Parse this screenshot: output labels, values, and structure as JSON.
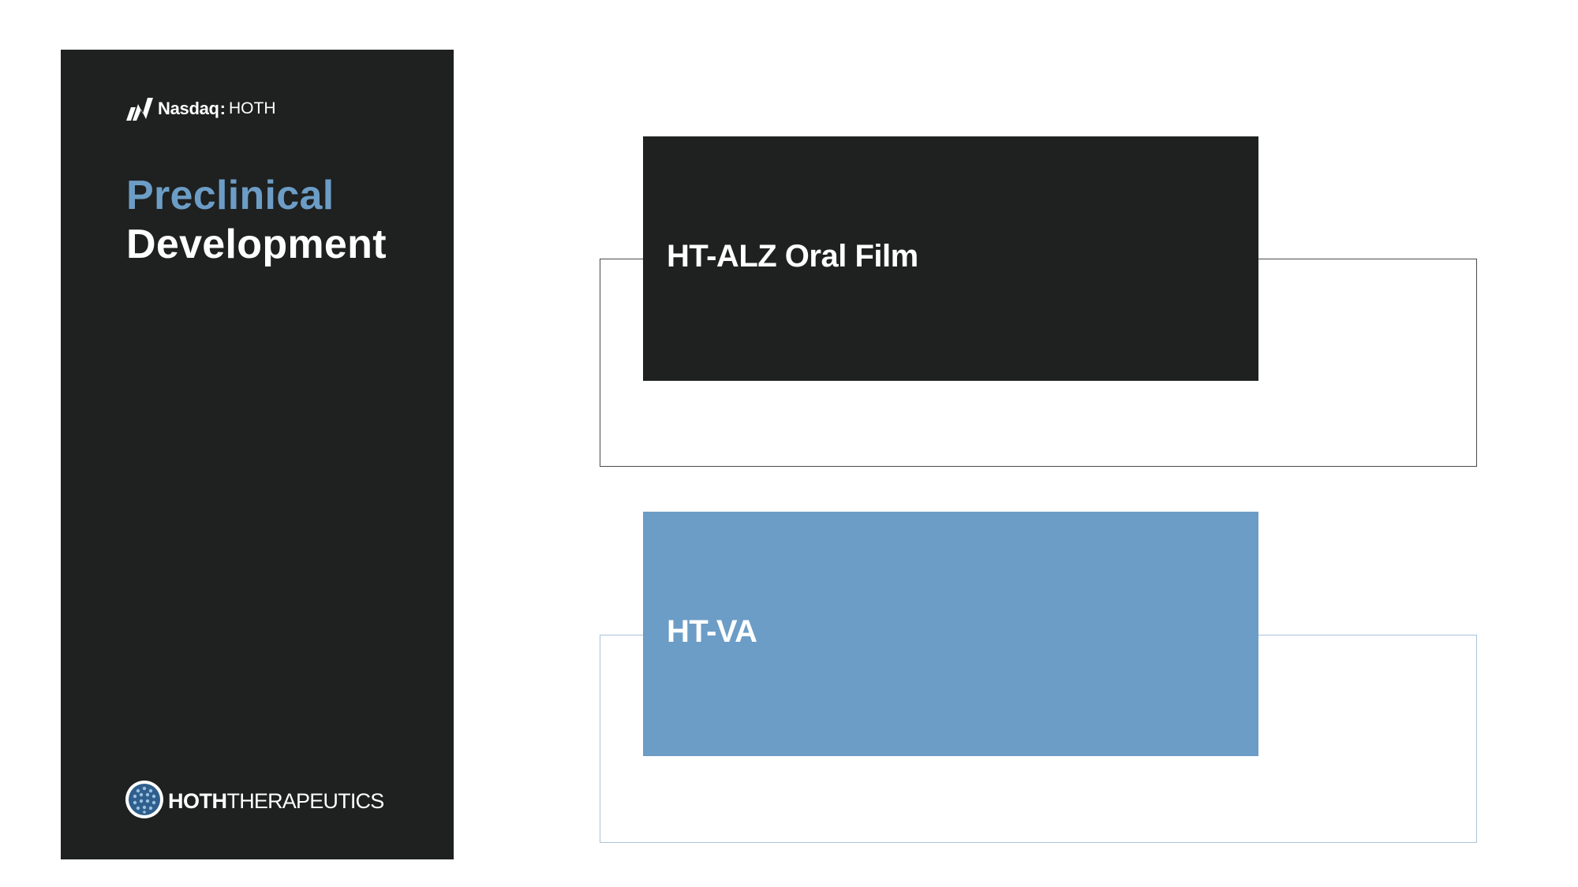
{
  "brand": {
    "exchange_name": "Nasdaq",
    "separator": ":",
    "ticker_symbol": "HOTH",
    "company_name_bold": "HOTH",
    "company_name_light": "THERAPEUTICS",
    "accent_color": "#6c9dc6",
    "dark_color": "#1f2020"
  },
  "sidebar": {
    "title_line1": "Preclinical",
    "title_line2": "Development"
  },
  "programs": [
    {
      "name": "HT-ALZ Oral Film",
      "color": "#1f2020"
    },
    {
      "name": "HT-VA",
      "color": "#6c9dc6"
    }
  ],
  "icons": [
    "nasdaq-logo-icon",
    "hoth-logo-icon"
  ]
}
